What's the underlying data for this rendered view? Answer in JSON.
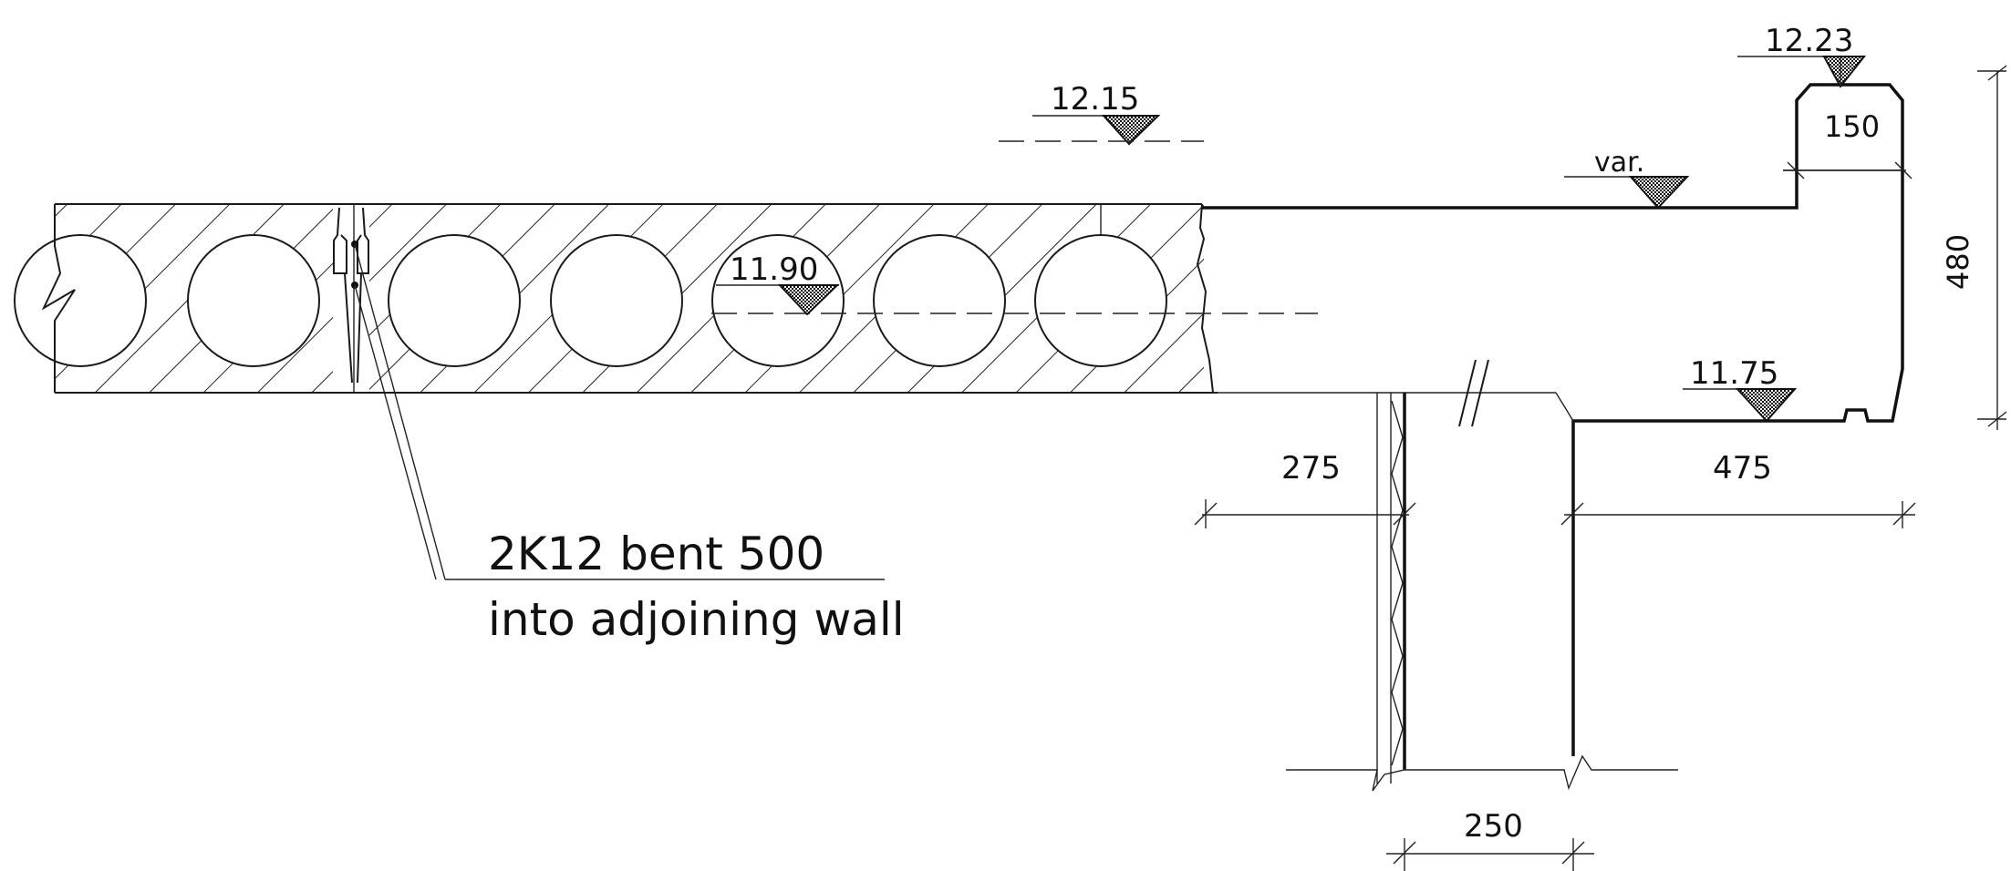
{
  "levels": {
    "top_kerb": "12.23",
    "upper": "12.15",
    "slab_mid": "11.90",
    "variable": "var.",
    "soffit": "11.75"
  },
  "dimensions": {
    "kerb_width": "150",
    "kerb_height": "480",
    "left_overhang": "275",
    "right_overhang": "475",
    "wall_thickness": "250"
  },
  "note": {
    "line1": "2K12 bent 500",
    "line2": "into adjoining wall"
  }
}
